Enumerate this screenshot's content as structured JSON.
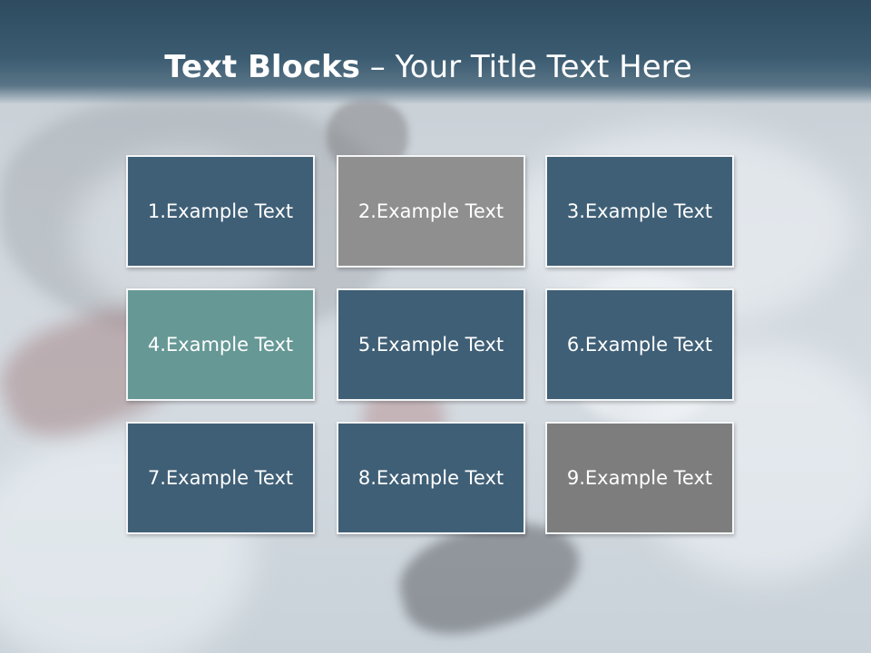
{
  "slide": {
    "title_bold": "Text Blocks",
    "title_dash": " – ",
    "title_rest": "Your Title Text Here"
  },
  "blocks": [
    {
      "label": "1.Example Text",
      "color": "#3f5f76"
    },
    {
      "label": "2.Example Text",
      "color": "#8f8f8f"
    },
    {
      "label": "3.Example Text",
      "color": "#3f5f76"
    },
    {
      "label": "4.Example Text",
      "color": "#669895"
    },
    {
      "label": "5.Example Text",
      "color": "#3f5f76"
    },
    {
      "label": "6.Example Text",
      "color": "#3f5f76"
    },
    {
      "label": "7.Example Text",
      "color": "#3f5f76"
    },
    {
      "label": "8.Example Text",
      "color": "#3f5f76"
    },
    {
      "label": "9.Example Text",
      "color": "#7d7d7d"
    }
  ],
  "theme": {
    "title_bar": "#3b5b71",
    "box_border": "#f4f6f8"
  }
}
